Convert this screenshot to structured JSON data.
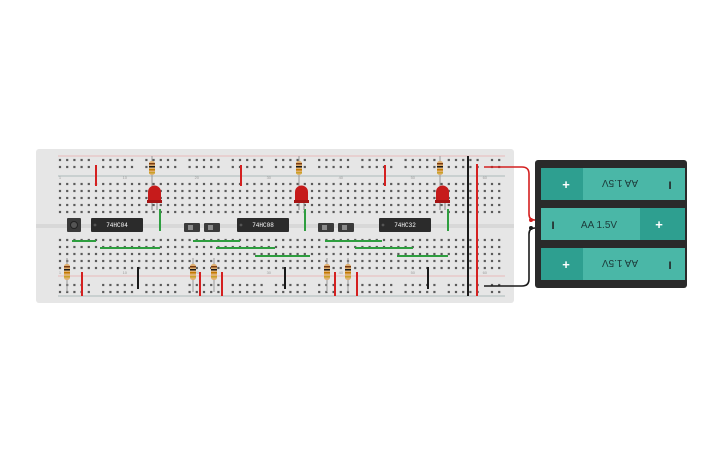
{
  "scene": {
    "title": "",
    "board_type": "breadboard circuit"
  },
  "chips": [
    {
      "label": "74HC04"
    },
    {
      "label": "74HC08"
    },
    {
      "label": "74HC32"
    }
  ],
  "battery": {
    "cells": [
      {
        "label": "AA 1.5V",
        "orientation": "flipped"
      },
      {
        "label": "AA 1.5V",
        "orientation": "normal"
      },
      {
        "label": "AA 1.5V",
        "orientation": "flipped"
      }
    ],
    "plus_sign": "+",
    "minus_sign": "I"
  },
  "column_numbers": [
    "1",
    "10",
    "20",
    "30",
    "40",
    "50",
    "60"
  ],
  "colors": {
    "board": "#e6e6e6",
    "hole": "#5a5a5a",
    "rail_red": "#d23a3a",
    "rail_dark": "#2f2f2f",
    "wire_green": "#2e9e3f",
    "wire_red": "#d42020",
    "wire_black": "#1a1a1a",
    "chip": "#2b2b2b",
    "led": "#c61b1b",
    "battery_cell": "#4ab7a7",
    "battery_case": "#2a2a2a"
  }
}
